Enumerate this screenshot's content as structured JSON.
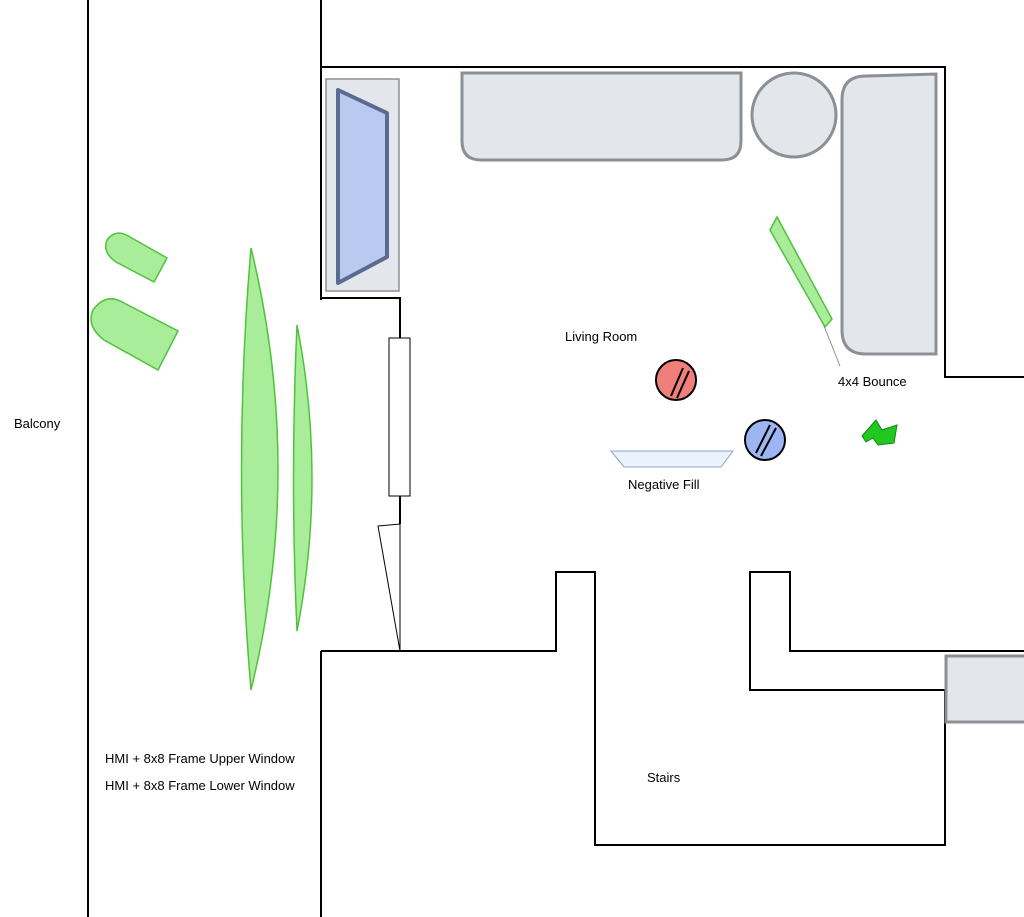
{
  "labels": {
    "balcony": "Balcony",
    "living_room": "Living Room",
    "bounce": "4x4 Bounce",
    "negative_fill": "Negative Fill",
    "stairs": "Stairs",
    "hmi_upper": "HMI + 8x8 Frame Upper Window",
    "hmi_lower": "HMI + 8x8 Frame Lower Window"
  },
  "colors": {
    "wall": "#000000",
    "furniture_fill": "#e3e7eb",
    "furniture_stroke": "#8c9096",
    "light_fill": "#a9ec9a",
    "light_stroke": "#4fc33c",
    "camera": "#22c722",
    "subject_red": "#f07f7a",
    "subject_blue": "#9db5f3",
    "window_glass": "#b9c9f0",
    "negative_fill": "#eaf3fc"
  },
  "icons": {
    "camera": "camera-icon",
    "subject_a": "subject-red-icon",
    "subject_b": "subject-blue-icon"
  }
}
